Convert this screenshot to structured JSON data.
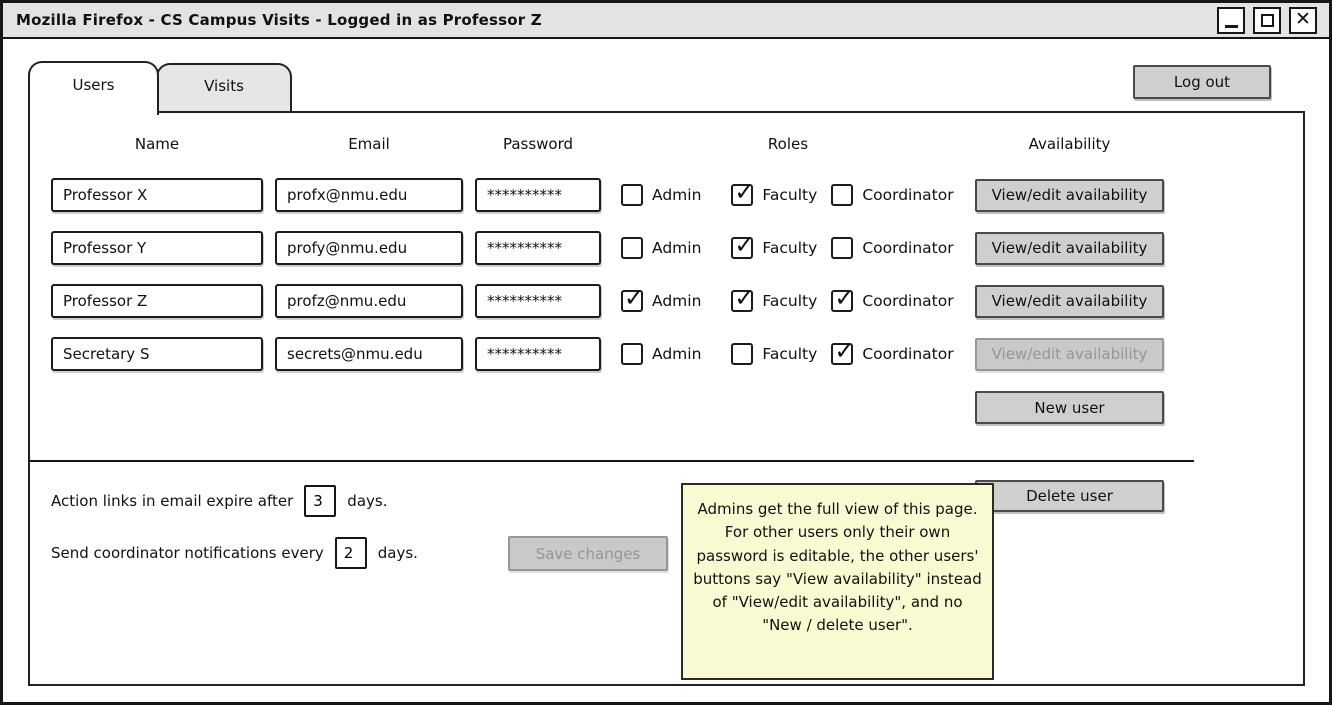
{
  "window": {
    "title": "Mozilla Firefox - CS Campus Visits - Logged in as Professor Z"
  },
  "icons": {
    "close": "✕",
    "checkmark": "✓"
  },
  "tabs": {
    "users": "Users",
    "visits": "Visits"
  },
  "header": {
    "logout": "Log out"
  },
  "table": {
    "headers": {
      "name": "Name",
      "email": "Email",
      "password": "Password",
      "roles": "Roles",
      "availability": "Availability"
    },
    "role_labels": {
      "admin": "Admin",
      "faculty": "Faculty",
      "coordinator": "Coordinator"
    },
    "rows": [
      {
        "name": "Professor X",
        "email": "profx@nmu.edu",
        "password": "**********",
        "admin": false,
        "faculty": true,
        "coordinator": false,
        "availability_label": "View/edit availability",
        "availability_enabled": true
      },
      {
        "name": "Professor Y",
        "email": "profy@nmu.edu",
        "password": "**********",
        "admin": false,
        "faculty": true,
        "coordinator": false,
        "availability_label": "View/edit availability",
        "availability_enabled": true
      },
      {
        "name": "Professor Z",
        "email": "profz@nmu.edu",
        "password": "**********",
        "admin": true,
        "faculty": true,
        "coordinator": true,
        "availability_label": "View/edit availability",
        "availability_enabled": true
      },
      {
        "name": "Secretary S",
        "email": "secrets@nmu.edu",
        "password": "**********",
        "admin": false,
        "faculty": false,
        "coordinator": true,
        "availability_label": "View/edit availability",
        "availability_enabled": false
      }
    ]
  },
  "actions": {
    "new_user": "New user",
    "delete_user": "Delete user",
    "save_changes": "Save changes"
  },
  "settings": {
    "expire_before": "Action links in email expire after",
    "expire_value": "3",
    "expire_after": "days.",
    "notify_before": "Send coordinator notifications every",
    "notify_value": "2",
    "notify_after": "days."
  },
  "note": {
    "text": "Admins get the full view of this page. For other users only their own password is editable, the other users' buttons say \"View availability\" instead of \"View/edit availability\", and no \"New / delete user\"."
  },
  "colors": {
    "titlebar_bg": "#e3e3e3",
    "tab_inactive_bg": "#e6e6e6",
    "button_bg": "#cfcfcf",
    "note_bg": "#fafad2"
  }
}
